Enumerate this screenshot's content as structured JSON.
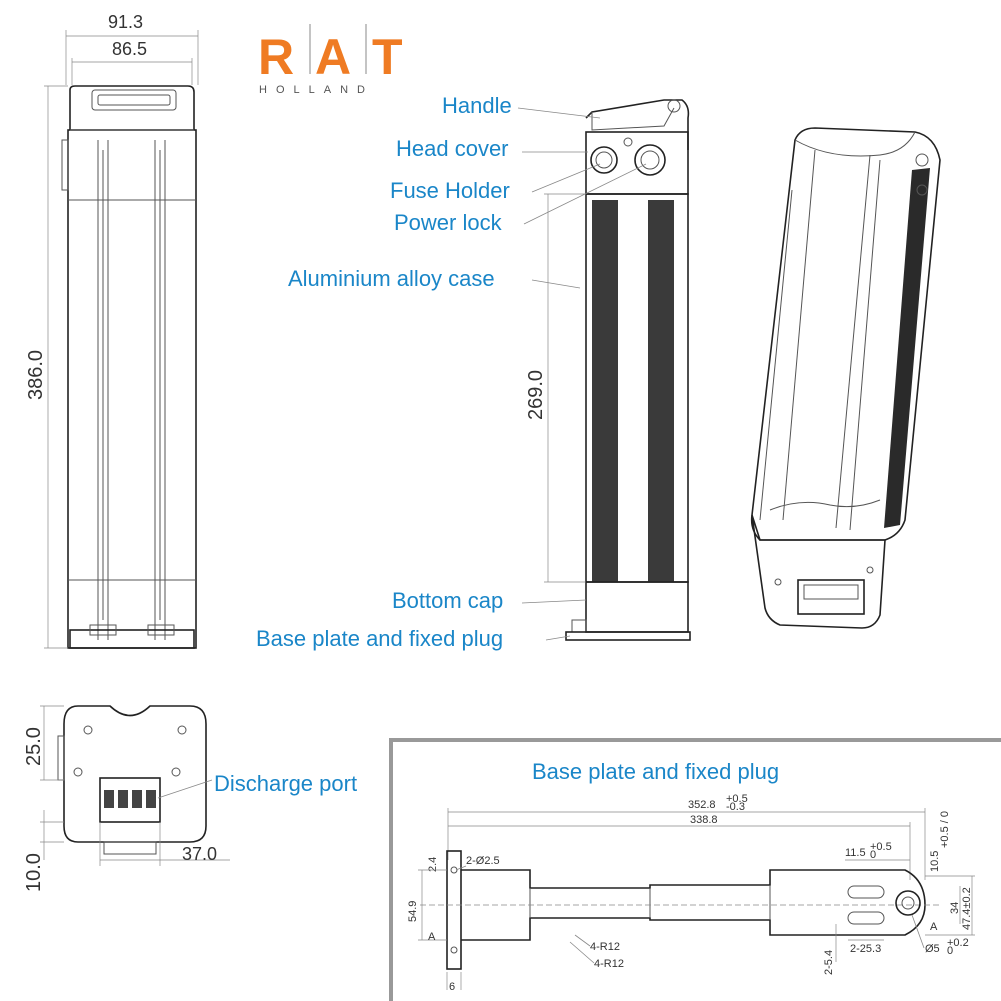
{
  "logo": {
    "letters": [
      "R",
      "A",
      "T"
    ],
    "subtext": "HOLLAND",
    "color": "#ef7b23"
  },
  "front_view": {
    "width_outer": "91.3",
    "width_inner": "86.5",
    "height": "386.0"
  },
  "side_view": {
    "labels": {
      "handle": "Handle",
      "head_cover": "Head cover",
      "fuse_holder": "Fuse Holder",
      "power_lock": "Power lock",
      "case": "Aluminium alloy case",
      "bottom_cap": "Bottom cap",
      "base_plate": "Base plate and fixed plug"
    },
    "case_length": "269.0"
  },
  "bottom_view": {
    "label": "Discharge port",
    "dim_25": "25.0",
    "dim_10": "10.0",
    "dim_37": "37.0"
  },
  "base_plate_detail": {
    "title": "Base plate and fixed plug",
    "len_total": "352.8",
    "len_total_tol_upper": "+0.5",
    "len_total_tol_lower": "-0.3",
    "len_inner": "338.8",
    "hole": "2-Ø2.5",
    "dim_2_4": "2.4",
    "dim_54_9": "54.9",
    "radius_1": "4-R12",
    "radius_2": "4-R12",
    "dim_11_5": "11.5",
    "dim_11_5_tol_upper": "+0.5",
    "dim_11_5_tol_lower": "0",
    "dim_10_5": "10.5",
    "dim_10_5_tol": "+0.5 / 0",
    "dim_34": "34",
    "dim_47_4": "47.4±0.2",
    "dim_2_5_4": "2-5.4",
    "dim_2_25_3": "2-25.3",
    "dim_5": "Ø5",
    "dim_5_tol_upper": "+0.2",
    "dim_5_tol_lower": "0",
    "section_a_left": "A",
    "section_a_right": "A",
    "dim_6": "6"
  },
  "colors": {
    "label_blue": "#1a86c8",
    "logo_orange": "#ef7b23",
    "frame_gray": "#999999"
  }
}
